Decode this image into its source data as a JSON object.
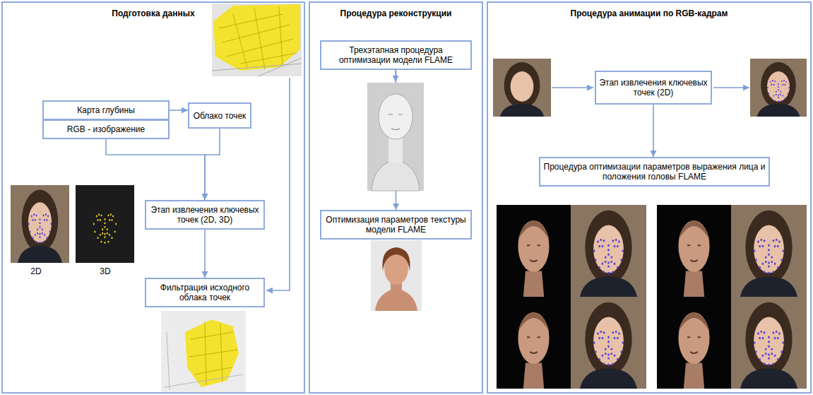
{
  "diagram": {
    "nodes": [
      {
        "text": [
          "Подготовка данных"
        ]
      },
      {
        "text": [
          "Карта глубины"
        ],
        "in": 0
      },
      {
        "text": [
          "RGB - изображение"
        ],
        "in": 0
      },
      {
        "text": [
          "Облако точек"
        ],
        "in": 0
      },
      {
        "text": [
          "Этап извлечения ключевых точек (2D, 3D)"
        ],
        "in": 0
      },
      {
        "text": [
          "Фильтрация исходного облака точек"
        ],
        "in": 0
      },
      {
        "text": [
          "Процедура реконструкции"
        ]
      },
      {
        "text": [
          "Трехэтапная процедура оптимизации модели FLAME"
        ],
        "in": 6
      },
      {
        "text": [
          "Оптимизация параметров текстуры модели FLAME"
        ],
        "in": 6
      },
      {
        "text": [
          "Процедура анимации по RGB-кадрам"
        ]
      },
      {
        "text": [
          "Этап извлечения ключевых точек (2D)"
        ],
        "in": 9
      },
      {
        "text": [
          "Процедура оптимизации параметров выражения лица и положения головы FLAME"
        ],
        "in": 9
      }
    ],
    "edges": [
      {
        "from": 1,
        "to": 3,
        "arrow": "to"
      },
      {
        "from": 2,
        "to": 4,
        "arrow": "to"
      },
      {
        "from": 3,
        "to": 4,
        "arrow": "to"
      },
      {
        "from": 4,
        "to": 5,
        "arrow": "to"
      },
      {
        "from": 7,
        "to": 8,
        "arrow": "to"
      },
      {
        "from": 10,
        "to": 11,
        "arrow": "to"
      }
    ],
    "labels": [
      "2D",
      "3D"
    ]
  }
}
